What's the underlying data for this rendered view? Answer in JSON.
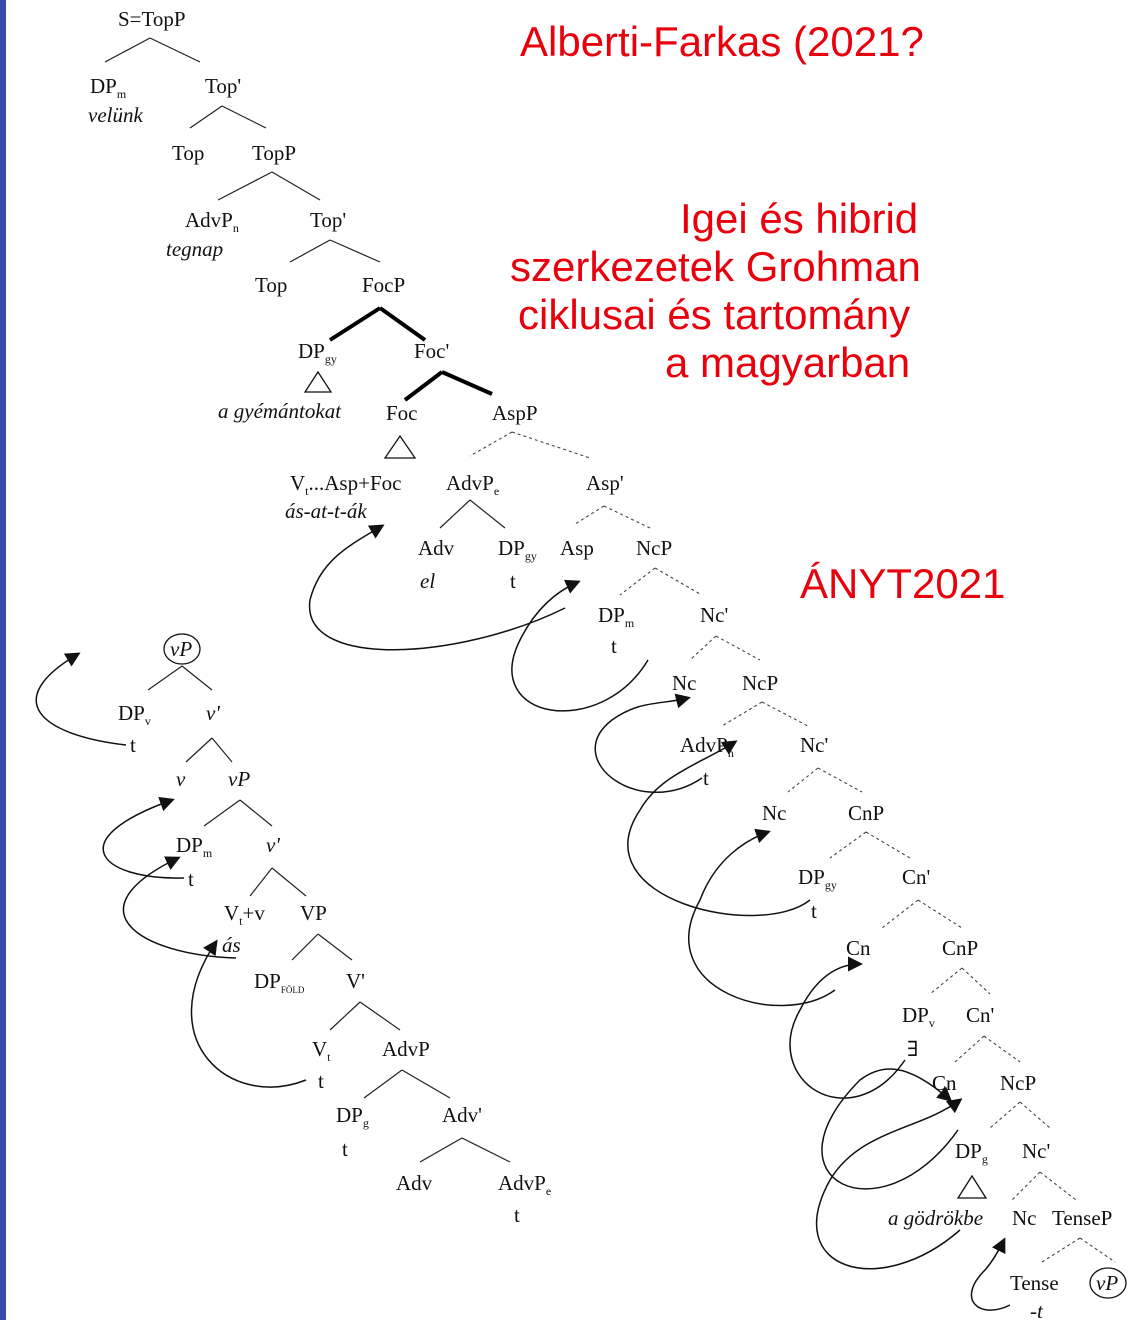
{
  "header": {
    "title": "Alberti-Farkas (2021?",
    "subtitle_lines": [
      "Igei és hibrid",
      "szerkezetek Grohman",
      "ciklusai és  tartomány",
      "a magyarban"
    ],
    "conference": "ÁNYT2021"
  },
  "colors": {
    "accent": "#e8000d",
    "border": "#3a49b0"
  },
  "upper_tree": {
    "S": "S=TopP",
    "DPm": "DP",
    "DPm_sub": "m",
    "DPm_word": "velünk",
    "Top1": "Top'",
    "Top1_head": "Top",
    "TopP2": "TopP",
    "AdvPn": "AdvP",
    "AdvPn_sub": "n",
    "AdvPn_word": "tegnap",
    "Top2": "Top'",
    "Top2_head": "Top",
    "FocP": "FocP",
    "DPgy": "DP",
    "DPgy_sub": "gy",
    "DPgy_word": "a gyémántokat",
    "Foc1": "Foc'",
    "Foc": "Foc",
    "AspP": "AspP",
    "Vt": "V",
    "Vt_sub": "t",
    "Vt_rest": "...Asp+Foc",
    "Vt_word": "ás-at-t-ák",
    "AdvPe": "AdvP",
    "AdvPe_sub": "e",
    "Asp1": "Asp'",
    "Adv": "Adv",
    "Adv_word": "el",
    "DPgy2": "DP",
    "DPgy2_sub": "gy",
    "DPgy2_trace": "t",
    "Asp": "Asp",
    "NcP": "NcP"
  },
  "diag_tree": {
    "DPm": "DP",
    "DPm_sub": "m",
    "DPm_trace": "t",
    "Nc1": "Nc'",
    "Nc": "Nc",
    "NcP": "NcP",
    "AdvPn": "AdvP",
    "AdvPn_sub": "n",
    "AdvPn_trace": "t",
    "Nc2": "Nc'",
    "Nc_b": "Nc",
    "CnP": "CnP",
    "DPgy": "DP",
    "DPgy_sub": "gy",
    "DPgy_trace": "t",
    "Cn1": "Cn'",
    "Cn": "Cn",
    "CnP2": "CnP",
    "DPv": "DP",
    "DPv_sub": "v",
    "DPv_exists": "∃",
    "Cn2": "Cn'",
    "Cn_b": "Cn",
    "NcP2": "NcP",
    "DPg": "DP",
    "DPg_sub": "g",
    "DPg_word": "a gödrökbe",
    "Nc3": "Nc'",
    "Nc_c": "Nc",
    "TenseP": "TenseP",
    "Tense": "Tense",
    "Tense_word": "-t",
    "vP": "vP"
  },
  "left_tree": {
    "vP": "vP",
    "DPv": "DP",
    "DPv_sub": "v",
    "DPv_trace": "t",
    "v1": "v'",
    "v": "v",
    "vP2": "vP",
    "DPm": "DP",
    "DPm_sub": "m",
    "DPm_trace": "t",
    "v2": "v'",
    "Vtv": "V",
    "Vtv_sub": "t",
    "Vtv_rest": "+v",
    "Vtv_word": "ás",
    "VP": "VP",
    "DPfold": "DP",
    "DPfold_sub": "FÖLD",
    "V1": "V'",
    "Vt": "V",
    "Vt_sub": "t",
    "Vt_trace": "t",
    "AdvP": "AdvP",
    "DPg": "DP",
    "DPg_sub": "g",
    "DPg_trace": "t",
    "Adv1": "Adv'",
    "Adv": "Adv",
    "AdvPe": "AdvP",
    "AdvPe_sub": "e",
    "AdvPe_trace": "t"
  }
}
